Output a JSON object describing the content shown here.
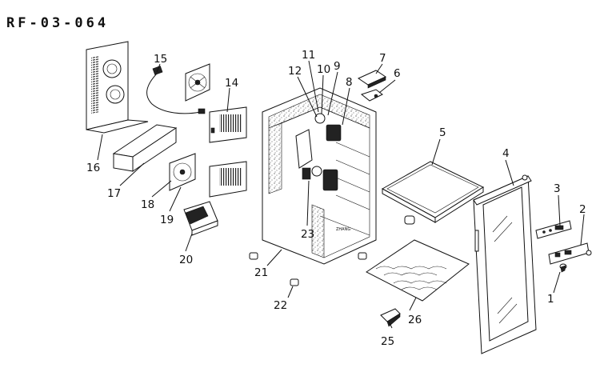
{
  "diagram": {
    "code": "RF-03-064",
    "callouts": [
      {
        "label": "1"
      },
      {
        "label": "2"
      },
      {
        "label": "3"
      },
      {
        "label": "4"
      },
      {
        "label": "5"
      },
      {
        "label": "6"
      },
      {
        "label": "7"
      },
      {
        "label": "8"
      },
      {
        "label": "9"
      },
      {
        "label": "10"
      },
      {
        "label": "11"
      },
      {
        "label": "12"
      },
      {
        "label": "14"
      },
      {
        "label": "15"
      },
      {
        "label": "16"
      },
      {
        "label": "17"
      },
      {
        "label": "18"
      },
      {
        "label": "19"
      },
      {
        "label": "20"
      },
      {
        "label": "21"
      },
      {
        "label": "22"
      },
      {
        "label": "23"
      },
      {
        "label": "25"
      },
      {
        "label": "26"
      }
    ]
  }
}
